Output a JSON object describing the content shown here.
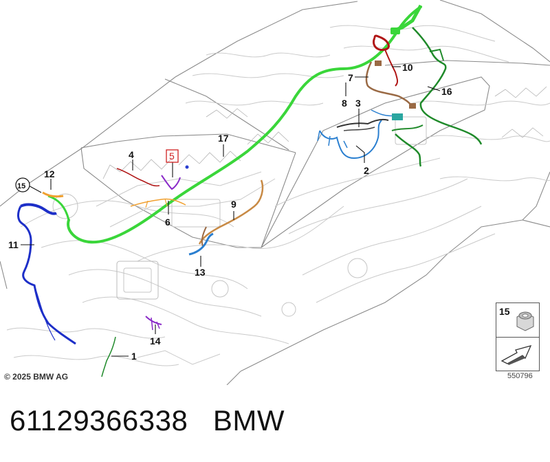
{
  "diagram": {
    "callouts": [
      "1",
      "2",
      "3",
      "4",
      "5",
      "6",
      "7",
      "8",
      "9",
      "10",
      "11",
      "12",
      "13",
      "14",
      "15",
      "16",
      "17"
    ],
    "highlighted_callout": "5",
    "circled_callout": "15"
  },
  "legend": {
    "item_number": "15",
    "icon": "nut-icon",
    "arrow_icon": "direction-arrow-icon"
  },
  "footer": {
    "copyright": "© 2025 BMW AG",
    "diagram_number": "550796"
  },
  "title_line": {
    "part_number": "61129366338",
    "brand": "BMW"
  },
  "colors": {
    "green_harness": "#3ad63a",
    "dark_green_harness": "#1f8a2a",
    "blue_harness": "#2a7fd0",
    "navy_harness": "#1d2fc8",
    "orange_harness": "#f0a030",
    "brown_harness": "#9a6a45",
    "red_harness": "#b01515",
    "purple_harness": "#8a2bc8",
    "callout_box": "#d02020"
  }
}
